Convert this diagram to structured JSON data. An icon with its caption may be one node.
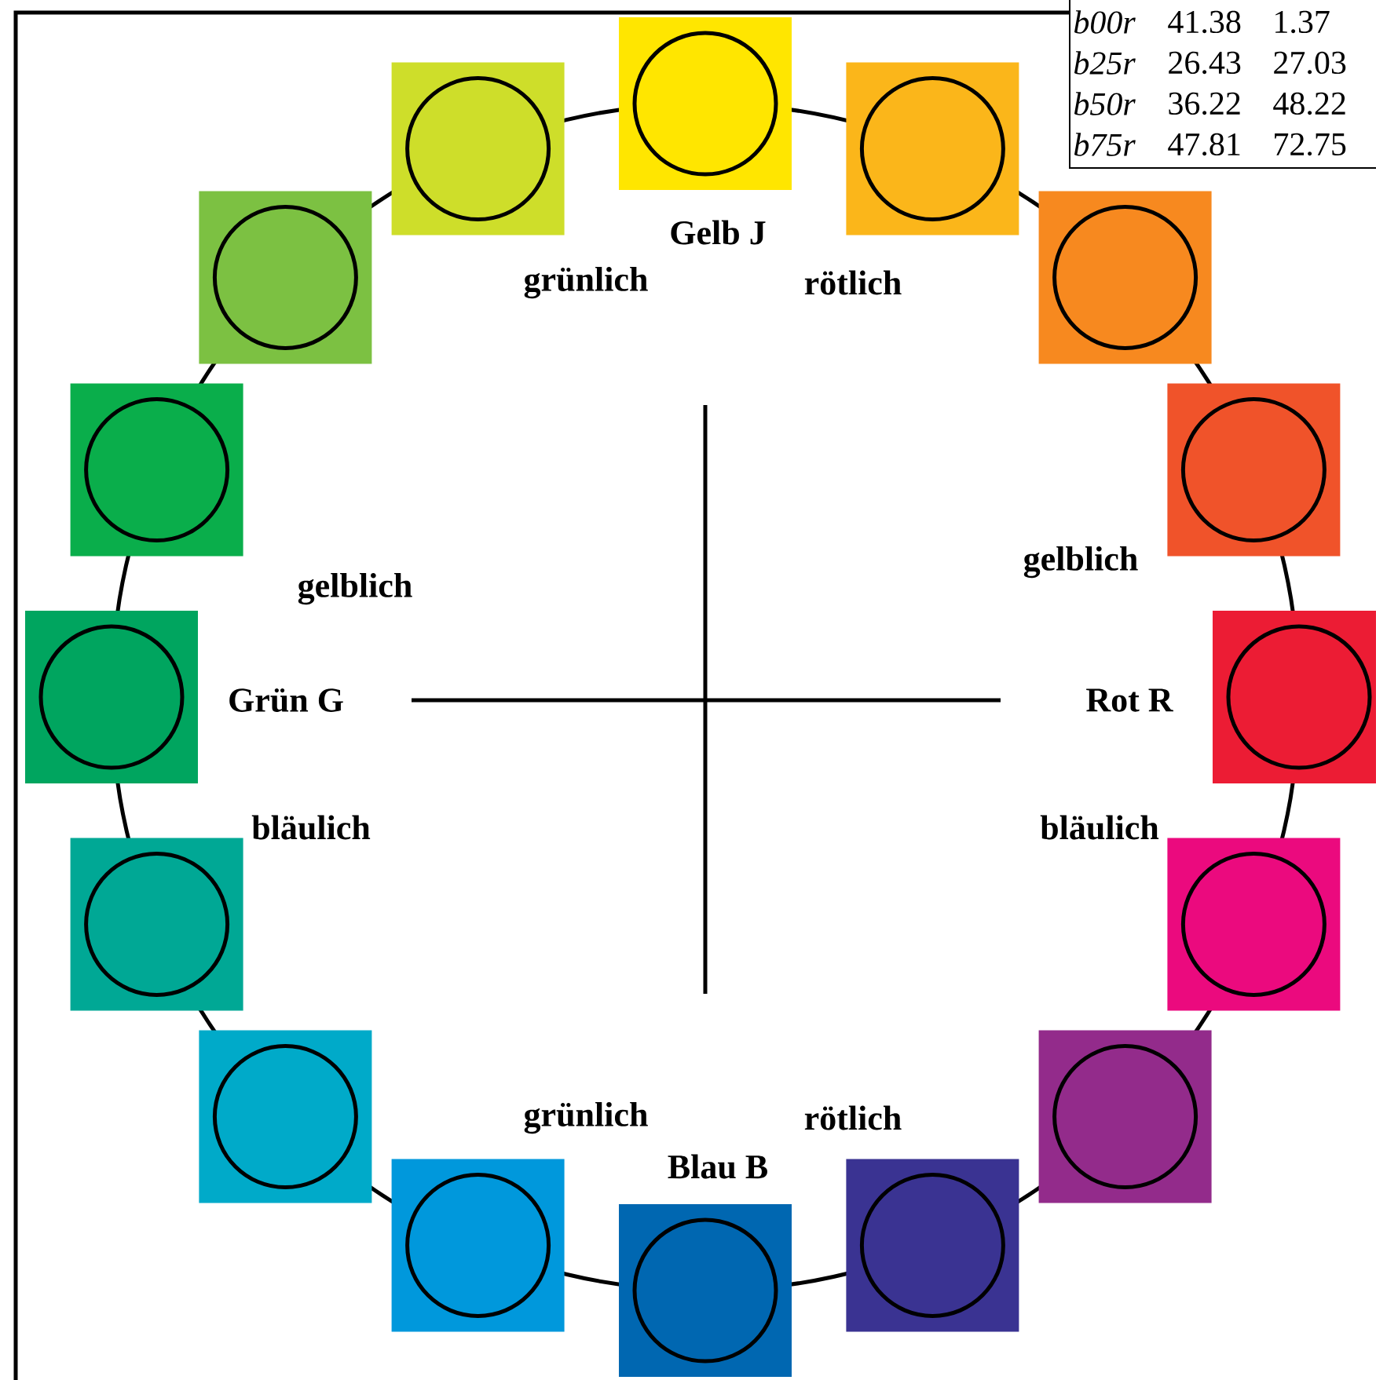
{
  "diagram": {
    "labels": [
      "b00r",
      "41.38",
      "1.37",
      "b25r",
      "26.43",
      "27.03",
      "b50r",
      "36.22",
      "48.22",
      "b75r",
      "47.81",
      "72.75",
      "Gelb J",
      "grünlich",
      "rötlich",
      "gelblich",
      "gelblich",
      "Grün G",
      "Rot R",
      "bläulich",
      "bläulich",
      "grünlich",
      "rötlich",
      "Blau B"
    ]
  }
}
